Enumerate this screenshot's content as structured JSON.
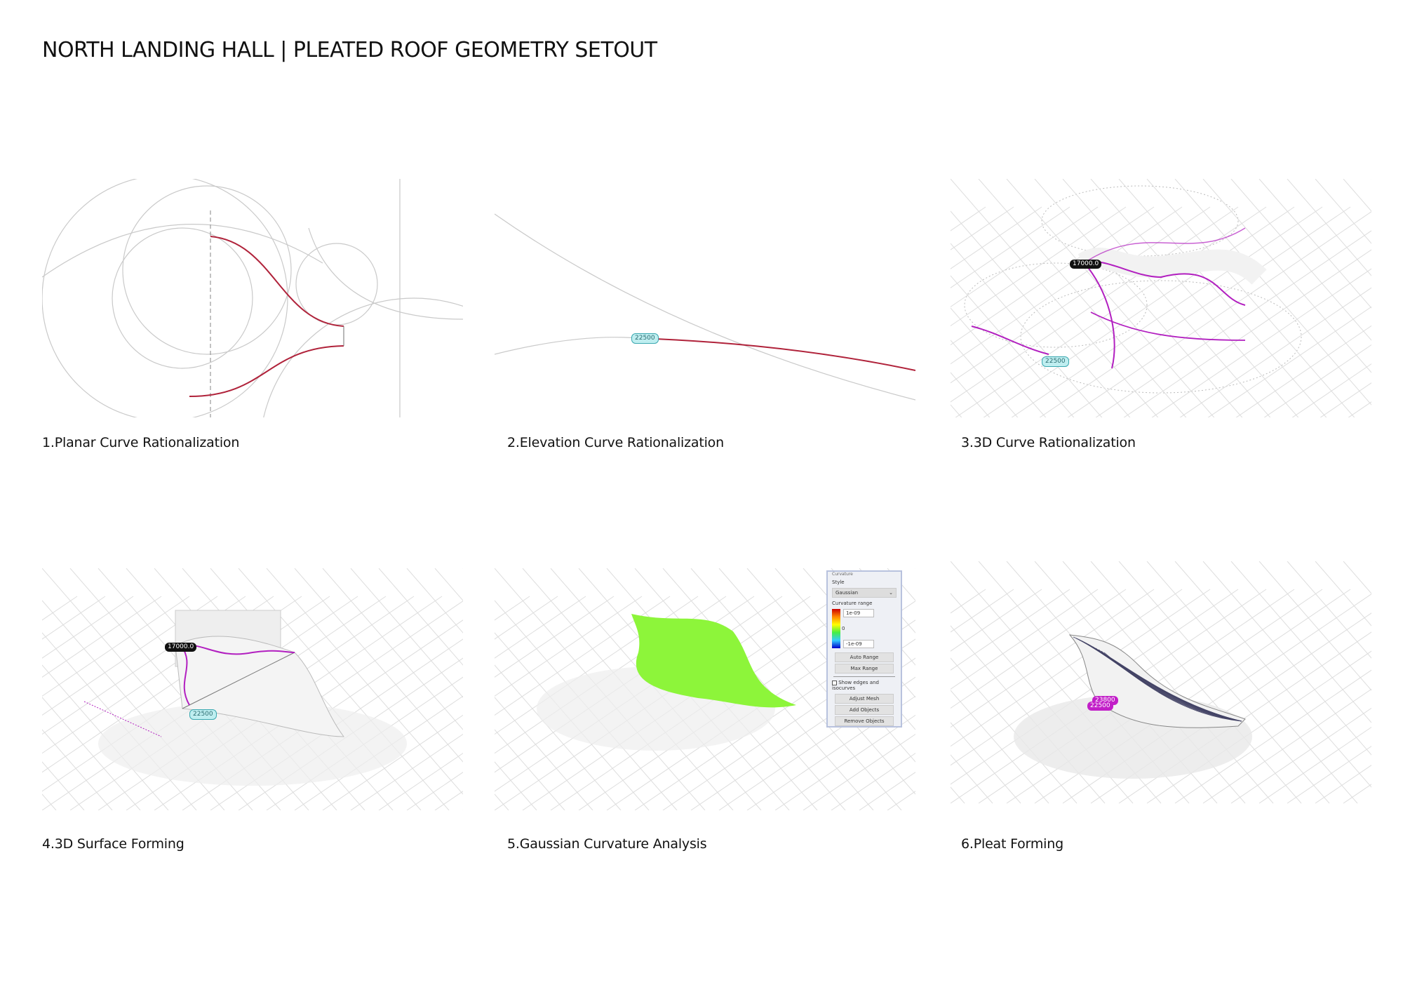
{
  "title": "NORTH LANDING HALL | PLEATED ROOF GEOMETRY SETOUT",
  "panels": [
    {
      "caption": "1.Planar Curve Rationalization"
    },
    {
      "caption": "2.Elevation Curve Rationalization",
      "tags": [
        "22500"
      ]
    },
    {
      "caption": "3.3D Curve Rationalization",
      "tags": [
        "17000.0",
        "22500"
      ]
    },
    {
      "caption": "4.3D Surface Forming",
      "tags": [
        "17000.0",
        "22500"
      ]
    },
    {
      "caption": "5.Gaussian Curvature Analysis"
    },
    {
      "caption": "6.Pleat Forming",
      "tags": [
        "23800",
        "22500"
      ]
    }
  ],
  "curvature_panel": {
    "title": "Curvature",
    "style_label": "Style",
    "style_value": "Gaussian",
    "range_label": "Curvature range",
    "max": "1e-09",
    "zero": "0",
    "min": "-1e-09",
    "buttons": [
      "Auto Range",
      "Max Range"
    ],
    "checkbox_label": "Show edges and isocurves",
    "buttons2": [
      "Adjust Mesh",
      "Add Objects",
      "Remove Objects"
    ]
  },
  "colors": {
    "curve_red": "#b0223a",
    "curve_magenta": "#b21fc0",
    "surface_green": "#8df53a"
  }
}
